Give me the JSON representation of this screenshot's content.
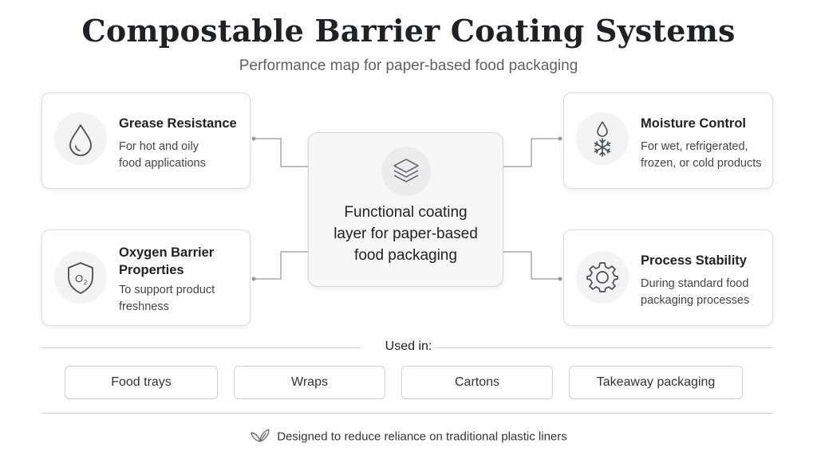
{
  "title": "Compostable Barrier Coating Systems",
  "subtitle": "Performance map for paper-based food packaging",
  "center": {
    "line1": "Functional coating",
    "line2": "layer for paper-based",
    "line3": "food packaging",
    "icon": "layers-icon"
  },
  "cards": {
    "grease": {
      "title": "Grease Resistance",
      "desc1": "For hot and oily",
      "desc2": "food applications",
      "icon": "droplet-icon"
    },
    "oxygen": {
      "title1": "Oxygen Barrier",
      "title2": "Properties",
      "desc1": "To support product",
      "desc2": "freshness",
      "icon": "shield-o2-icon",
      "icon_text": "O2"
    },
    "moisture": {
      "title": "Moisture Control",
      "desc1": "For wet, refrigerated,",
      "desc2": "frozen, or cold products",
      "icon": "droplet-snowflake-icon"
    },
    "process": {
      "title": "Process Stability",
      "desc1": "During standard food",
      "desc2": "packaging processes",
      "icon": "gear-icon"
    }
  },
  "used_in": {
    "label": "Used in:",
    "items": [
      "Food trays",
      "Wraps",
      "Cartons",
      "Takeaway packaging"
    ]
  },
  "footer": {
    "text": "Designed to reduce reliance on traditional plastic liners",
    "icon": "leaf-icon"
  },
  "colors": {
    "title": "#1f2124",
    "border": "#dcdcdc",
    "icon_stroke": "#4a4d52",
    "connector": "#9a9a9a"
  }
}
